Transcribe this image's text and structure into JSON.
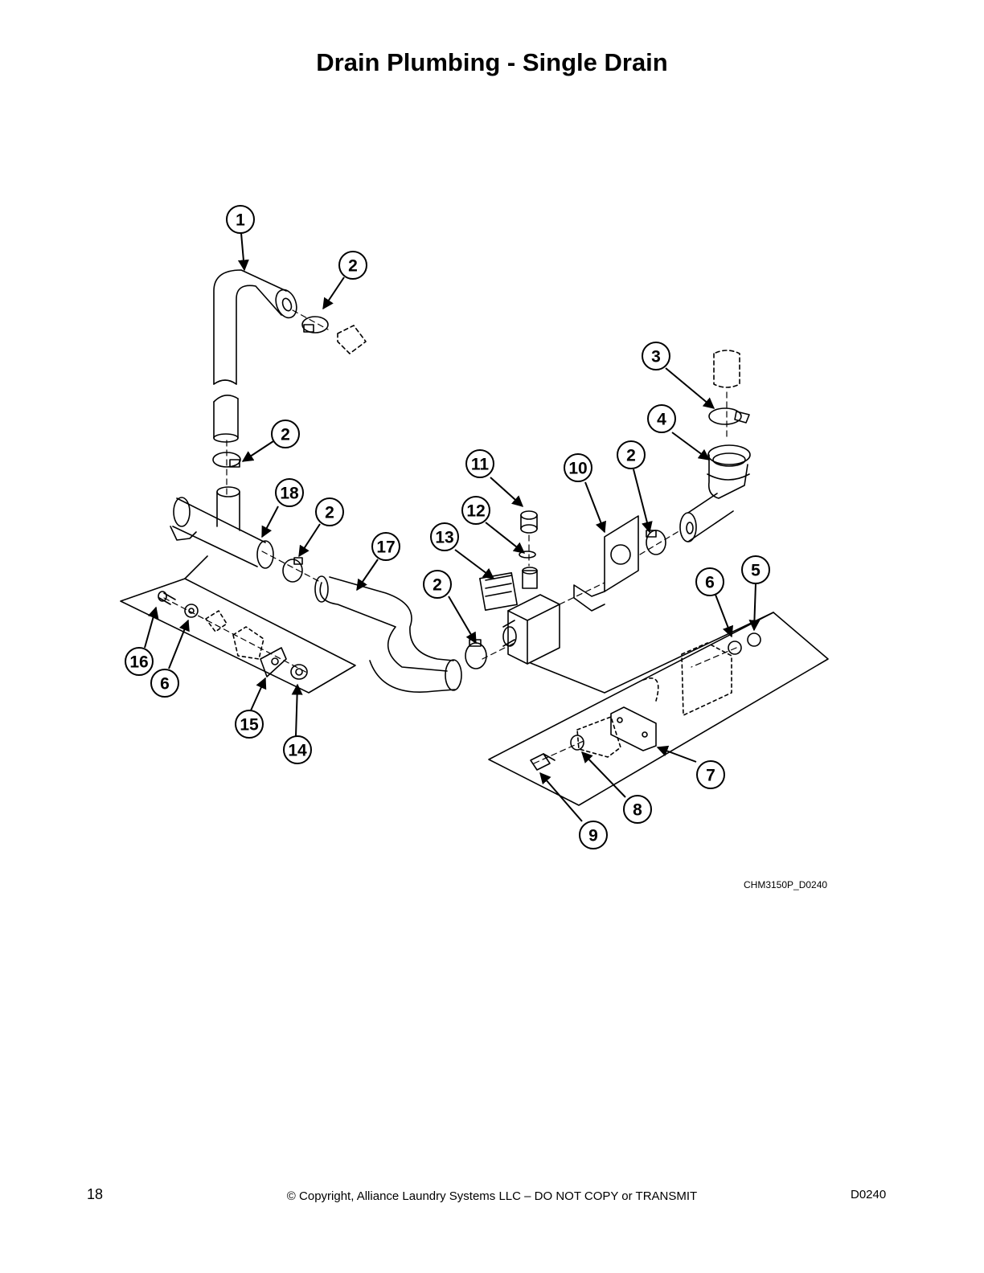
{
  "page": {
    "title": "Drain Plumbing - Single Drain",
    "drawing_id": "CHM3150P_D0240",
    "page_number": "18",
    "copyright": "© Copyright, Alliance Laundry Systems LLC – DO NOT COPY or TRANSMIT",
    "doc_code": "D0240"
  },
  "callouts": [
    "1",
    "2",
    "2",
    "2",
    "2",
    "2",
    "3",
    "4",
    "5",
    "6",
    "6",
    "7",
    "8",
    "9",
    "10",
    "11",
    "12",
    "13",
    "14",
    "15",
    "16",
    "17",
    "18"
  ]
}
